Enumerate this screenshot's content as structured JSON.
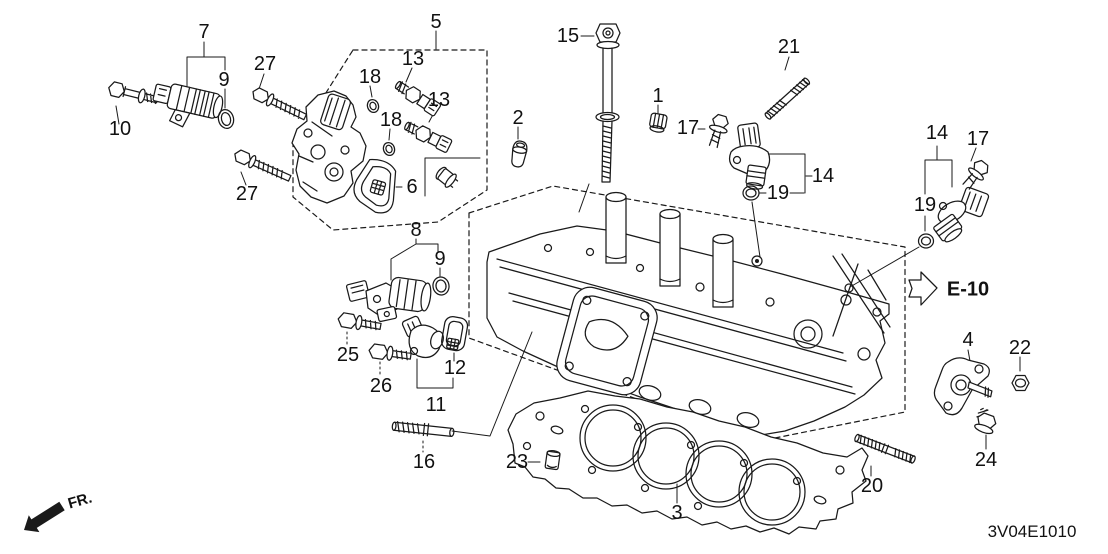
{
  "diagram": {
    "code": "3V04E1010",
    "fr_label": "FR.",
    "ref_label": "E-10",
    "background_color": "#ffffff",
    "line_color": "#1a1a1a"
  },
  "icons": {
    "fr_arrow": "solid-arrow-down-left",
    "ref_arrow": "outline-block-arrow-right"
  },
  "callouts": [
    {
      "label": "7"
    },
    {
      "label": "5"
    },
    {
      "label": "15"
    },
    {
      "label": "21"
    },
    {
      "label": "27"
    },
    {
      "label": "13"
    },
    {
      "label": "9"
    },
    {
      "label": "18"
    },
    {
      "label": "13"
    },
    {
      "label": "1"
    },
    {
      "label": "18"
    },
    {
      "label": "2"
    },
    {
      "label": "17"
    },
    {
      "label": "10"
    },
    {
      "label": "14"
    },
    {
      "label": "17"
    },
    {
      "label": "14"
    },
    {
      "label": "6"
    },
    {
      "label": "27"
    },
    {
      "label": "19"
    },
    {
      "label": "19"
    },
    {
      "label": "8"
    },
    {
      "label": "9"
    },
    {
      "label": "4"
    },
    {
      "label": "22"
    },
    {
      "label": "25"
    },
    {
      "label": "12"
    },
    {
      "label": "26"
    },
    {
      "label": "11"
    },
    {
      "label": "16"
    },
    {
      "label": "23"
    },
    {
      "label": "24"
    },
    {
      "label": "20"
    },
    {
      "label": "3"
    }
  ]
}
